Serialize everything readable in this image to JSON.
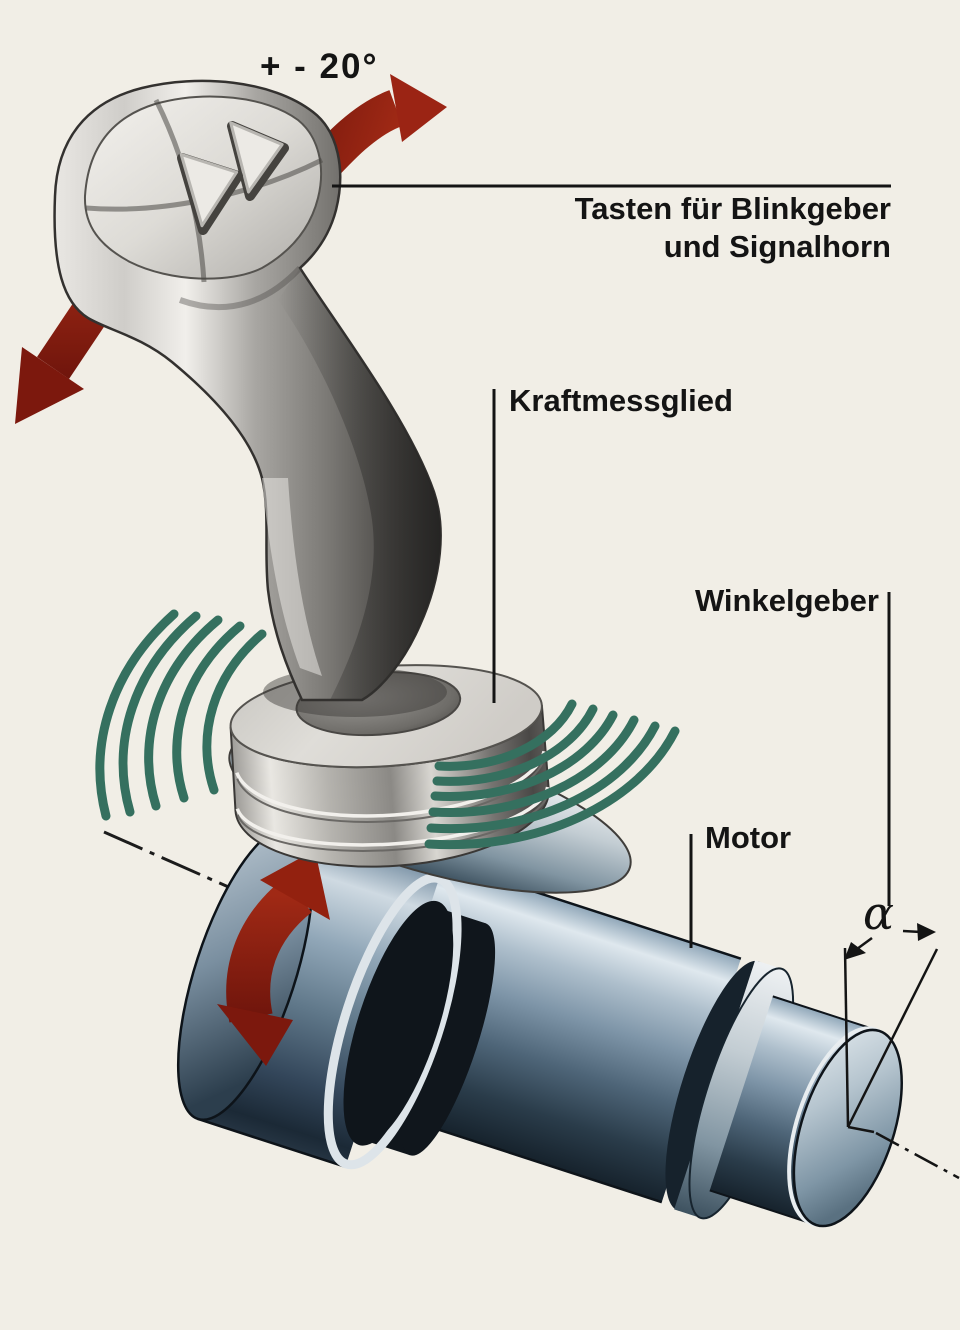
{
  "figure": {
    "description_domain": "technical-diagram",
    "labels": {
      "rotation_range": "+ - 20°",
      "buttons_line1": "Tasten für Blinkgeber",
      "buttons_line2": "und Signalhorn",
      "force_sensor": "Kraftmessglied",
      "angle_sensor": "Winkelgeber",
      "motor": "Motor",
      "angle_symbol": "α"
    },
    "icons": [
      "curved-arrow-right-icon",
      "straight-arrow-down-left-icon",
      "double-rotation-arrow-icon",
      "angle-dimension-arrows-icon",
      "vibration-waves-icon"
    ],
    "colors": {
      "background": "#f1eee6",
      "arrow_red": "#8e2113",
      "wave_teal": "#35705f",
      "steel_blue_dark": "#22303c",
      "steel_blue_light": "#cfdae2",
      "metal_light": "#e9e7e3",
      "metal_dark": "#3a3937",
      "line_black": "#141414"
    }
  }
}
